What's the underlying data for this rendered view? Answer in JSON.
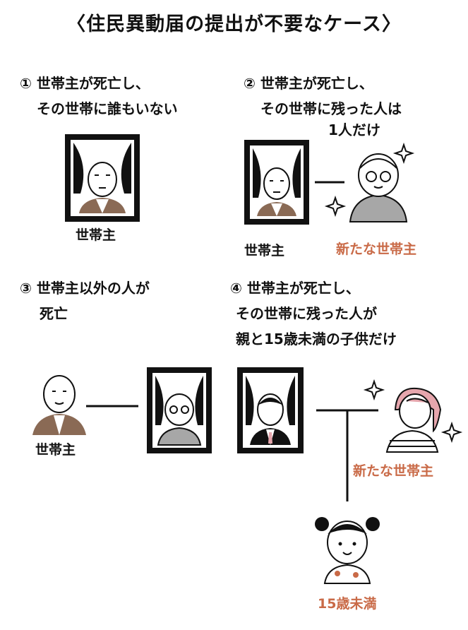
{
  "title": "〈住民異動届の提出が不要なケース〉",
  "colors": {
    "accent": "#c96a47",
    "vest": "#8a6a55",
    "cardigan": "#a7a7a7",
    "pinkhair": "#e6a6ad"
  },
  "cases": [
    {
      "num": "①",
      "lines": [
        "世帯主が死亡し、",
        "その世帯に誰もいない"
      ],
      "labels": {
        "head": "世帯主"
      }
    },
    {
      "num": "②",
      "lines": [
        "世帯主が死亡し、",
        "その世帯に残った人は",
        "1人だけ"
      ],
      "labels": {
        "head": "世帯主",
        "new_head": "新たな世帯主"
      }
    },
    {
      "num": "③",
      "lines": [
        "世帯主以外の人が",
        "死亡"
      ],
      "labels": {
        "head": "世帯主"
      }
    },
    {
      "num": "④",
      "lines": [
        "世帯主が死亡し、",
        "その世帯に残った人が",
        "親と15歳未満の子供だけ"
      ],
      "labels": {
        "new_head": "新たな世帯主",
        "child": "15歳未満"
      }
    }
  ]
}
